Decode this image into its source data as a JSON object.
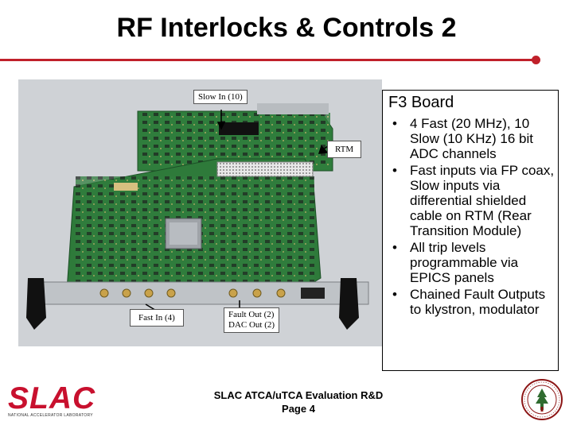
{
  "slide": {
    "title": "RF Interlocks & Controls 2",
    "accent_color": "#c0202a"
  },
  "photo": {
    "labels": {
      "slow_in": "Slow In (10)",
      "rtm": "RTM",
      "fast_in": "Fast In (4)",
      "fault_out": "Fault Out (2)",
      "dac_out": "DAC Out (2)"
    }
  },
  "textbox": {
    "title": "F3 Board",
    "bullets": [
      "4 Fast (20 MHz), 10 Slow (10 KHz) 16 bit ADC channels",
      "Fast inputs via FP coax, Slow inputs via differential shielded cable on RTM (Rear Transition Module)",
      "All trip levels programmable via EPICS panels",
      "Chained Fault Outputs to klystron, modulator"
    ]
  },
  "footer": {
    "line1": "SLAC ATCA/uTCA Evaluation R&D",
    "line2": "Page 4",
    "logo_text": "SLAC",
    "logo_subtitle": "NATIONAL ACCELERATOR LABORATORY",
    "logo_color": "#c8102e"
  }
}
